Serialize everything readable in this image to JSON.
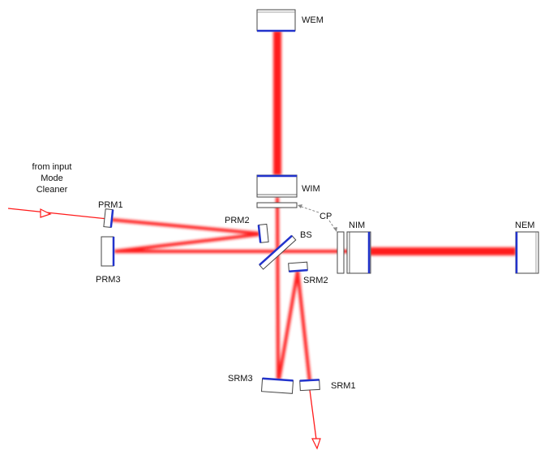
{
  "labels": {
    "source": [
      "from input",
      "Mode",
      "Cleaner"
    ],
    "wem": "WEM",
    "wim": "WIM",
    "cp": "CP",
    "nim": "NIM",
    "nem": "NEM",
    "bs": "BS",
    "prm1": "PRM1",
    "prm2": "PRM2",
    "prm3": "PRM3",
    "srm1": "SRM1",
    "srm2": "SRM2",
    "srm3": "SRM3"
  },
  "colors": {
    "beam": "#ff1a1a",
    "coating": "#2233cc"
  }
}
